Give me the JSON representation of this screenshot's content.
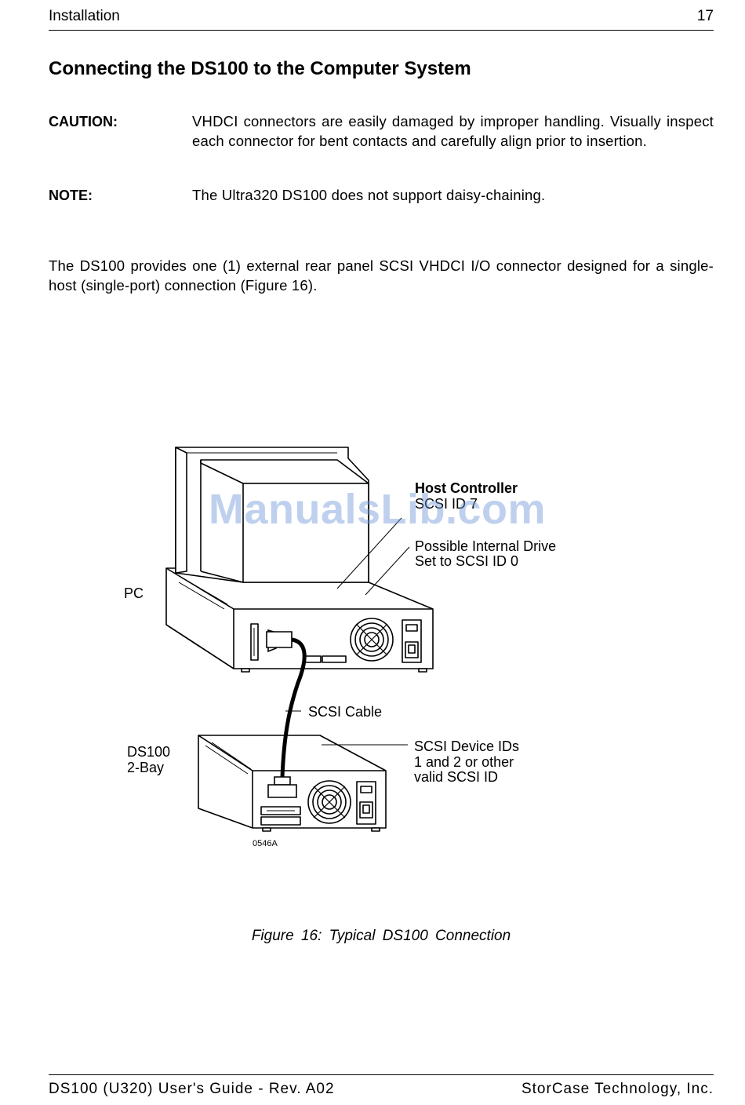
{
  "header": {
    "section": "Installation",
    "page_number": "17"
  },
  "title": "Connecting the DS100 to the Computer System",
  "notices": [
    {
      "label": "CAUTION:",
      "text": "VHDCI connectors are easily damaged by improper handling.  Visually inspect each connector for bent contacts and carefully align prior to insertion."
    },
    {
      "label": "NOTE:",
      "text": "The Ultra320 DS100 does not support daisy-chaining."
    }
  ],
  "body_paragraph": "The DS100 provides one (1) external rear panel SCSI VHDCI I/O connector designed for a single-host (single-port) connection (Figure 16).",
  "figure": {
    "labels": {
      "host_controller": "Host Controller",
      "host_controller_id": "SCSI ID 7",
      "internal_drive_line1": "Possible Internal Drive",
      "internal_drive_line2": "Set to SCSI ID 0",
      "pc": "PC",
      "scsi_cable": "SCSI Cable",
      "ds100_line1": "DS100",
      "ds100_line2": "2-Bay",
      "device_ids_line1": "SCSI Device IDs",
      "device_ids_line2": "1 and 2 or other",
      "device_ids_line3": "valid SCSI ID",
      "figure_code": "0546A"
    },
    "watermark": "ManualsLib.com",
    "caption": "Figure  16:  Typical  DS100  Connection"
  },
  "footer": {
    "left": "DS100 (U320) User's Guide - Rev. A02",
    "right": "StorCase Technology, Inc."
  }
}
